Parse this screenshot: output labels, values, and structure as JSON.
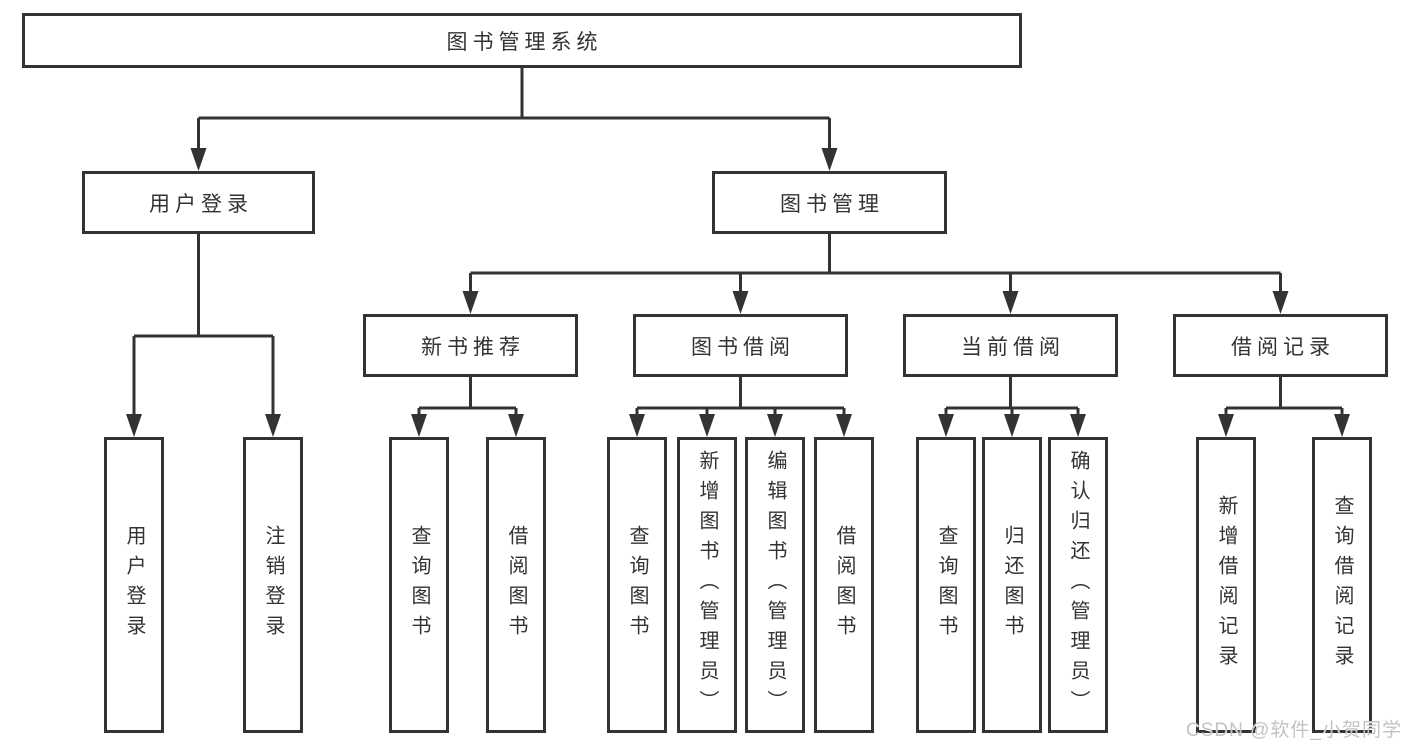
{
  "diagram": {
    "root": {
      "label": "图书管理系统"
    },
    "level2": [
      {
        "label": "用户登录"
      },
      {
        "label": "图书管理"
      }
    ],
    "level3": [
      {
        "label": "新书推荐"
      },
      {
        "label": "图书借阅"
      },
      {
        "label": "当前借阅"
      },
      {
        "label": "借阅记录"
      }
    ],
    "leaves": {
      "user_login": [
        "用户登录",
        "注销登录"
      ],
      "new_book": [
        "查询图书",
        "借阅图书"
      ],
      "borrow": [
        "查询图书",
        "新增图书（管理员）",
        "编辑图书（管理员）",
        "借阅图书"
      ],
      "current": [
        "查询图书",
        "归还图书",
        "确认归还（管理员）"
      ],
      "records": [
        "新增借阅记录",
        "查询借阅记录"
      ]
    }
  },
  "watermark": {
    "text": "CSDN @软件_小贺同学"
  },
  "colors": {
    "line": "#333333",
    "text": "#333333",
    "background": "#ffffff",
    "watermark": "#c3c3c3"
  }
}
